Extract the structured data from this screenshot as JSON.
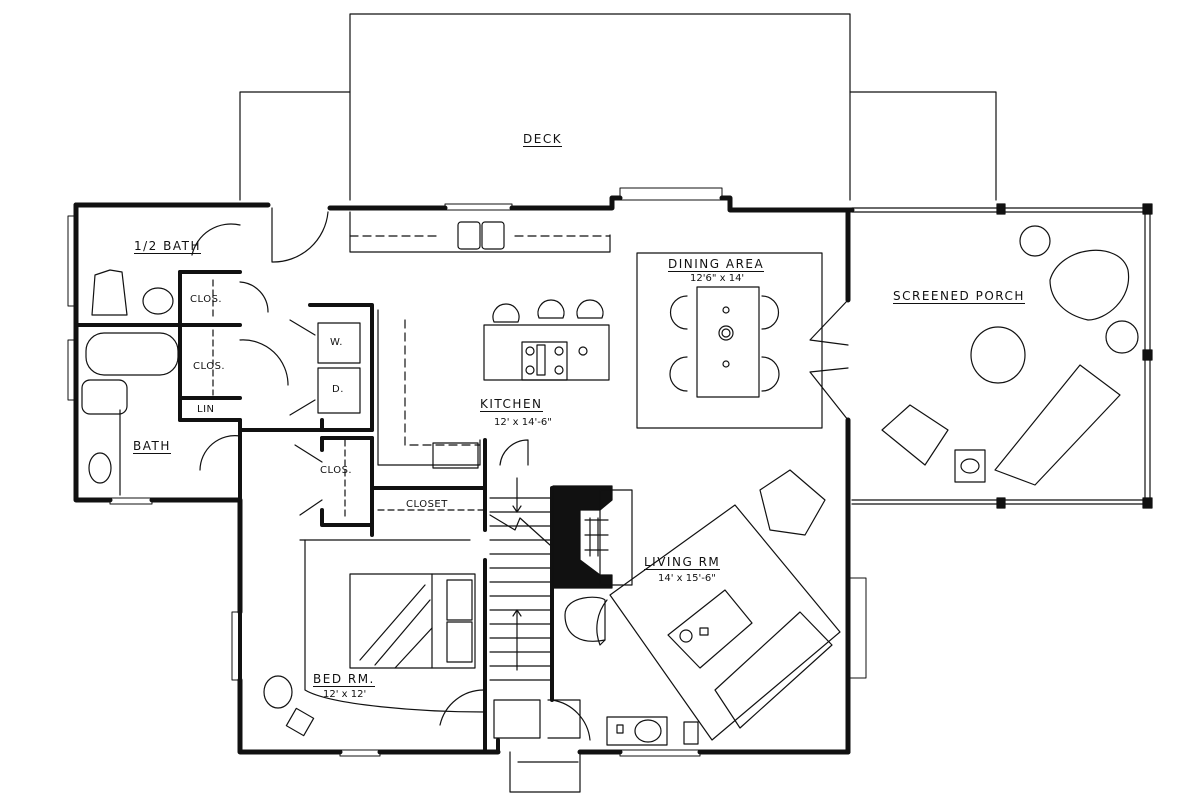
{
  "plan": {
    "stroke_color": "#111111",
    "wall_color": "#111111",
    "background": "#ffffff"
  },
  "rooms": {
    "deck": {
      "label": "DECK"
    },
    "dining": {
      "label": "DINING AREA",
      "dims": "12'6\" x 14'"
    },
    "porch": {
      "label": "SCREENED PORCH"
    },
    "kitchen": {
      "label": "KITCHEN",
      "dims": "12' x 14'-6\""
    },
    "living": {
      "label": "LIVING RM",
      "dims": "14' x 15'-6\""
    },
    "bedroom": {
      "label": "BED RM.",
      "dims": "12' x 12'"
    },
    "half_bath": {
      "label": "1/2 BATH"
    },
    "bath": {
      "label": "BATH"
    }
  },
  "fixtures": {
    "clos1": "CLOS.",
    "clos2": "CLOS.",
    "clos3": "CLOS.",
    "closet": "CLOSET",
    "linen": "LIN",
    "washer": "W.",
    "dryer": "D."
  }
}
